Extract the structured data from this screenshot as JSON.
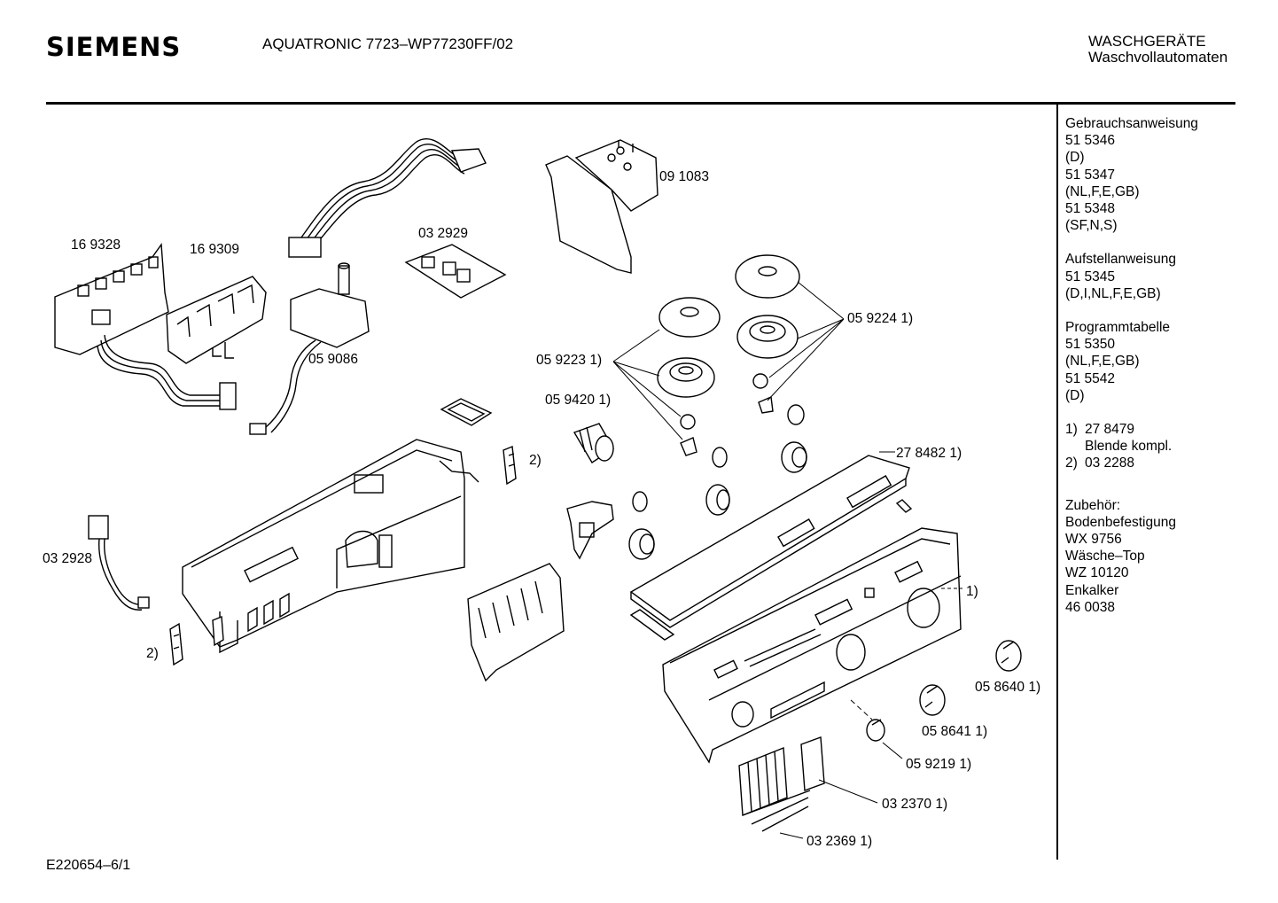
{
  "header": {
    "brand": "SIEMENS",
    "model": "AQUATRONIC 7723–WP77230FF/02",
    "category_line1": "WASCHGERÄTE",
    "category_line2": "Waschvollautomaten"
  },
  "sidebar": {
    "groups": [
      [
        "Gebrauchsanweisung",
        "51 5346",
        "(D)",
        "51 5347",
        "(NL,F,E,GB)",
        "51 5348",
        "(SF,N,S)"
      ],
      [
        "Aufstellanweisung",
        "51 5345",
        "(D,I,NL,F,E,GB)"
      ],
      [
        "Programmtabelle",
        "51 5350",
        "(NL,F,E,GB)",
        "51 5542",
        "(D)"
      ]
    ],
    "footnotes": [
      {
        "marker": "1)",
        "value": "27 8479"
      },
      {
        "marker": "",
        "value": "Blende kompl."
      },
      {
        "marker": "2)",
        "value": "03 2288"
      }
    ],
    "accessories": [
      "Zubehör:",
      "Bodenbefestigung",
      "WX 9756",
      "Wäsche–Top",
      "WZ 10120",
      "Enkalker",
      "46 0038"
    ]
  },
  "parts": [
    {
      "id": "p1",
      "label": "16 9328"
    },
    {
      "id": "p2",
      "label": "16 9309"
    },
    {
      "id": "p3",
      "label": "03 2929"
    },
    {
      "id": "p4",
      "label": "09 1083"
    },
    {
      "id": "p5",
      "label": "05 9086"
    },
    {
      "id": "p6",
      "label": "05 9224 1)"
    },
    {
      "id": "p7",
      "label": "05 9223 1)"
    },
    {
      "id": "p8",
      "label": "05 9420 1)"
    },
    {
      "id": "p9",
      "label": "2)"
    },
    {
      "id": "p10",
      "label": "27 8482 1)"
    },
    {
      "id": "p11",
      "label": "03 2928"
    },
    {
      "id": "p12",
      "label": "1)"
    },
    {
      "id": "p13",
      "label": "2)"
    },
    {
      "id": "p14",
      "label": "05 8640 1)"
    },
    {
      "id": "p15",
      "label": "05 8641 1)"
    },
    {
      "id": "p16",
      "label": "05 9219 1)"
    },
    {
      "id": "p17",
      "label": "03 2370 1)"
    },
    {
      "id": "p18",
      "label": "03 2369 1)"
    }
  ],
  "footer": {
    "code": "E220654–6/1"
  }
}
